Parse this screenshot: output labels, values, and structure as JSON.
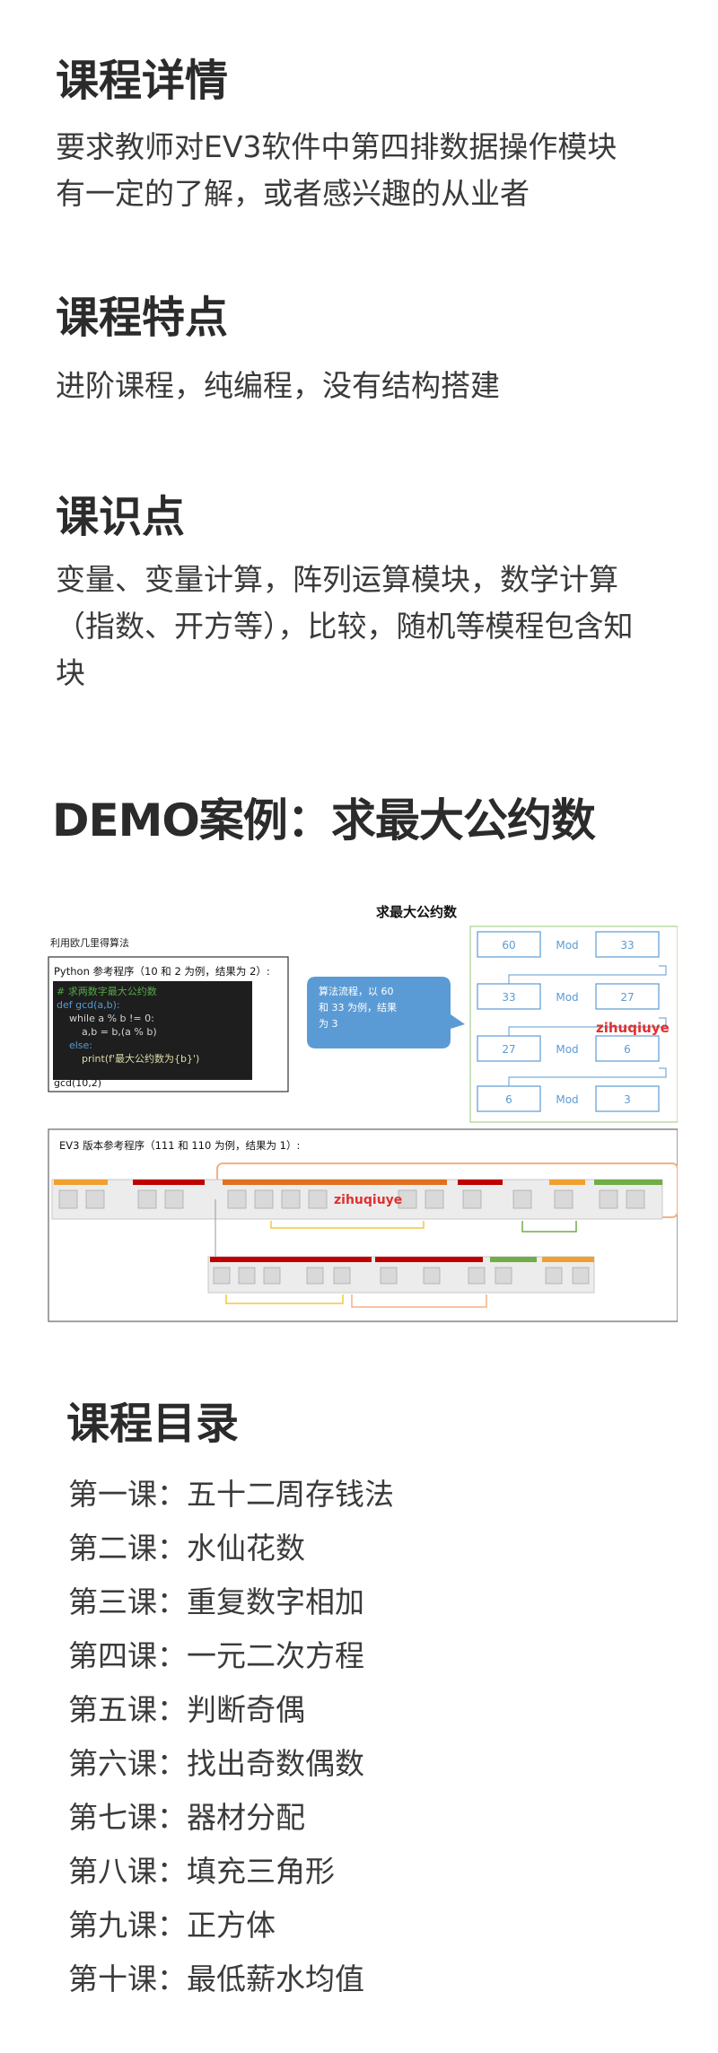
{
  "sections": [
    {
      "title": "课程详情",
      "body_lines": [
        "要求教师对EV3软件中第四排数据操作模块",
        "有一定的了解，或者感兴趣的从业者"
      ]
    },
    {
      "title": "课程特点",
      "body_lines": [
        "进阶课程，纯编程，没有结构搭建"
      ]
    },
    {
      "title": "课识点",
      "body_lines": [
        "变量、变量计算，阵列运算模块，数学计算",
        "（指数、开方等），比较，随机等模程包含知",
        "块"
      ]
    }
  ],
  "demo": {
    "title": "DEMO案例：求最大公约数",
    "image": {
      "title": "求最大公约数",
      "left_caption": "利用欧几里得算法",
      "python_caption": "Python 参考程序（10 和 2 为例，结果为 2）:",
      "code_lines": [
        "# 求两数字最大公约数",
        "def gcd(a,b):",
        "    while a % b != 0:",
        "        a,b = b,(a % b)",
        "    else:",
        "        print(f'最大公约数为{b}')",
        "gcd(10,2)"
      ],
      "bubble_lines": [
        "算法流程，以 60",
        "和 33 为例，结果",
        "为 3"
      ],
      "flow_rows": [
        [
          "60",
          "Mod",
          "33"
        ],
        [
          "33",
          "Mod",
          "27"
        ],
        [
          "27",
          "Mod",
          "6"
        ],
        [
          "6",
          "Mod",
          "3"
        ]
      ],
      "watermark": "zihuqiuye",
      "ev3_caption": "EV3 版本参考程序（111 和 110 为例，结果为 1）:"
    }
  },
  "toc": {
    "title": "课程目录",
    "items": [
      "第一课：五十二周存钱法",
      "第二课：水仙花数",
      "第三课：重复数字相加",
      "第四课：一元二次方程",
      "第五课：判断奇偶",
      "第六课：找出奇数偶数",
      "第七课：器材分配",
      "第八课：填充三角形",
      "第九课：正方体",
      "第十课：最低薪水均值"
    ]
  }
}
